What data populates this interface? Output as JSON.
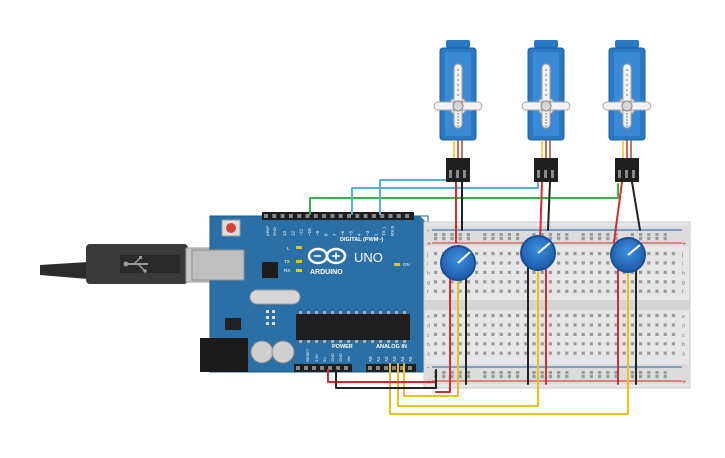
{
  "board": {
    "brand": "ARDUINO",
    "model": "UNO",
    "digital_label": "DIGITAL (PWM~)",
    "power_label": "POWER",
    "analog_label": "ANALOG IN",
    "on_label": "ON",
    "l_label": "L",
    "tx_label": "TX",
    "rx_label": "RX",
    "aref_label": "AREF",
    "gnd_label": "GND",
    "reset_label": "RESET",
    "v33_label": "3.3V",
    "v5_label": "5V",
    "vin_label": "Vin",
    "digital_pins": [
      "13",
      "12",
      "~11",
      "~10",
      "~9",
      "8",
      "7",
      "~6",
      "~5",
      "4",
      "~3",
      "2",
      "TX 1",
      "RX 0"
    ],
    "analog_pins": [
      "A0",
      "A1",
      "A2",
      "A3",
      "A4",
      "A5"
    ]
  },
  "breadboard": {
    "row_letters": [
      "j",
      "i",
      "h",
      "g",
      "f",
      "e",
      "d",
      "c",
      "b",
      "a"
    ],
    "plus": "+",
    "minus": "-"
  },
  "colors": {
    "board": "#2a6fa5",
    "servo": "#2979c4",
    "wire_red": "#d62b2b",
    "wire_black": "#222222",
    "wire_yellow": "#e8c21c",
    "wire_green": "#3bb04a",
    "wire_blue": "#5ab0d6",
    "pot": "#2a72c4"
  }
}
